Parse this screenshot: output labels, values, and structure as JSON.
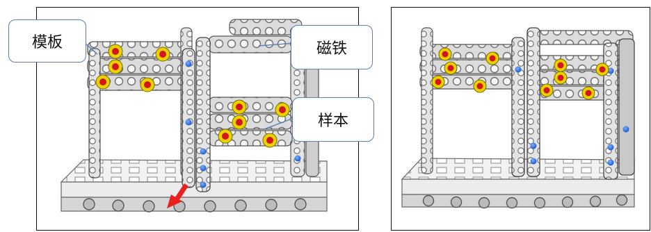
{
  "callouts": {
    "template": "模板",
    "magnet": "磁铁",
    "sample": "样本"
  },
  "colors": {
    "frame": "#d8d8d8",
    "frame_dark": "#8c8c8c",
    "magnet_ring": "#e9d200",
    "magnet_core": "#d4161c",
    "blue_pin": "#1f5fd6",
    "arrow": "#e8201e",
    "callout_border": "#5b7fb5"
  }
}
